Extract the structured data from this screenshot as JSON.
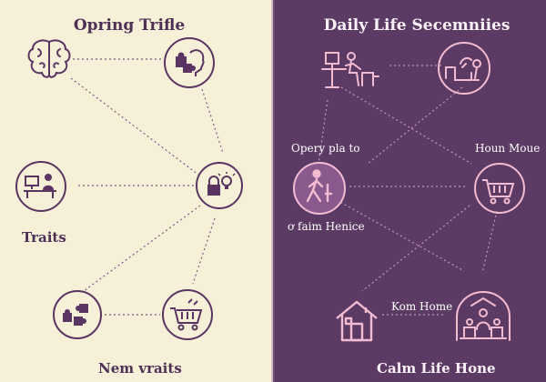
{
  "left": {
    "title": "Opring Trifle",
    "label_traits": "Traits",
    "label_bottom": "Nem vraits"
  },
  "right": {
    "title": "Daily Life Secemniies",
    "label_opery": "Opery pla to",
    "label_hounmoue": "Houn Moue",
    "label_claim": "ơ faim Henice",
    "label_komhome": "Kom Home",
    "label_bottom": "Calm Life Hone"
  },
  "colors": {
    "left_bg": "#f6f0d8",
    "right_bg": "#5b3b64",
    "left_ink": "#5a3561",
    "right_ink": "#f4bcd0"
  },
  "icons": {
    "left": [
      "brain-icon",
      "puzzle-head-icon",
      "computer-desk-icon",
      "lock-bulb-icon",
      "puzzle-pieces-icon",
      "shopping-cart-icon"
    ],
    "right": [
      "workstation-icon",
      "cooking-icon",
      "walking-person-icon",
      "shopping-cart-icon",
      "house-icon",
      "family-home-icon"
    ]
  }
}
